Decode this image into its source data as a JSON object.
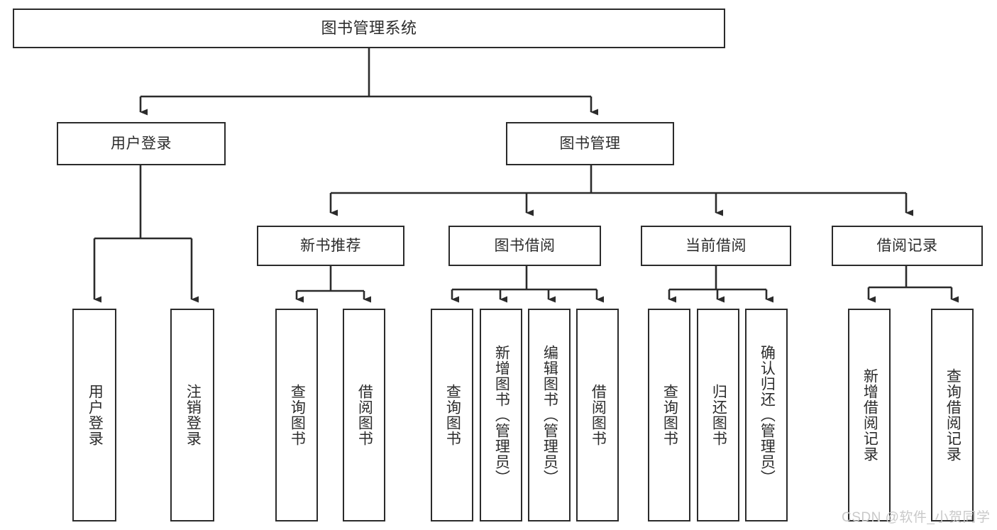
{
  "diagram": {
    "type": "tree-hierarchy",
    "title": "图书管理系统",
    "root": {
      "label": "图书管理系统"
    },
    "level1": [
      {
        "label": "用户登录"
      },
      {
        "label": "图书管理"
      }
    ],
    "level2": [
      {
        "label": "新书推荐"
      },
      {
        "label": "图书借阅"
      },
      {
        "label": "当前借阅"
      },
      {
        "label": "借阅记录"
      }
    ],
    "leaves": {
      "user_login": [
        {
          "label": "用户登录"
        },
        {
          "label": "注销登录"
        }
      ],
      "new_book_recommend": [
        {
          "label": "查询图书"
        },
        {
          "label": "借阅图书"
        }
      ],
      "book_borrow": [
        {
          "label": "查询图书"
        },
        {
          "label": "新增图书（管理员）"
        },
        {
          "label": "编辑图书（管理员）"
        },
        {
          "label": "借阅图书"
        }
      ],
      "current_borrow": [
        {
          "label": "查询图书"
        },
        {
          "label": "归还图书"
        },
        {
          "label": "确认归还（管理员）"
        }
      ],
      "borrow_record": [
        {
          "label": "新增借阅记录"
        },
        {
          "label": "查询借阅记录"
        }
      ]
    },
    "watermark": "CSDN @软件_小贺同学",
    "colors": {
      "background": "#ffffff",
      "box_fill": "#ffffff",
      "box_border": "#2b2b2b",
      "text": "#2c2c2c",
      "connector": "#2b2b2b",
      "watermark": "#c9c9c9"
    }
  }
}
